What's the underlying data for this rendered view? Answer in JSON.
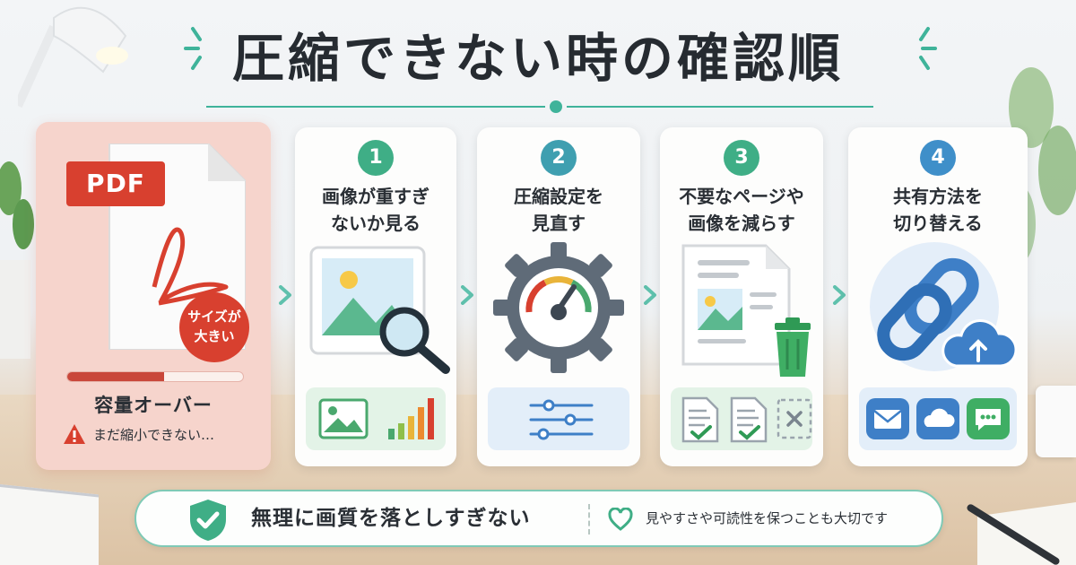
{
  "title": "圧縮できない時の確認順",
  "problem_card": {
    "pdf_label": "PDF",
    "bubble_text": "サイズが\n大きい",
    "capacity_fill": 0.55,
    "status_label": "容量オーバー",
    "warning_text": "まだ縮小できない…"
  },
  "steps": [
    {
      "number": "1",
      "title": "画像が重すぎ\nないか見る",
      "color": "#3fae86"
    },
    {
      "number": "2",
      "title": "圧縮設定を\n見直す",
      "color": "#3f9fb0"
    },
    {
      "number": "3",
      "title": "不要なページや\n画像を減らす",
      "color": "#3fae86"
    },
    {
      "number": "4",
      "title": "共有方法を\n切り替える",
      "color": "#3f8fc9"
    }
  ],
  "tip_bar": {
    "main": "無理に画質を落としすぎない",
    "sub": "見やすさや可読性を保つことも大切です"
  },
  "colors": {
    "accent": "#3fb39a",
    "danger": "#d8402f",
    "blue": "#3e7fc7"
  }
}
